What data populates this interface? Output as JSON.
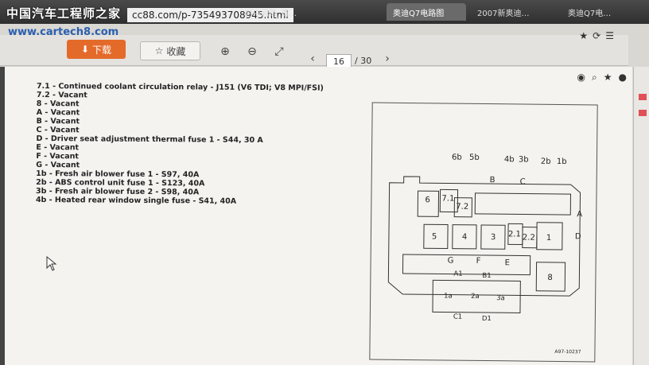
{
  "watermark": {
    "title": "中国汽车工程师之家",
    "site": "www.cartech8.com"
  },
  "browser": {
    "address": "cc88.com/p-735493708945.html",
    "tabs": [
      "对中间路_首…",
      "奥迪Q7电路图",
      "2007新奥迪…",
      "奥迪Q7电…"
    ]
  },
  "toolbar": {
    "download_label": "下载",
    "collect_label": "收藏",
    "page_current": "16",
    "page_total": "/ 30"
  },
  "listing": [
    "7.1 - Continued coolant circulation relay - J151 (V6 TDI; V8 MPI/FSI)",
    "7.2 - Vacant",
    "  8 - Vacant",
    "  A - Vacant",
    "  B - Vacant",
    "  C - Vacant",
    "  D - Driver seat adjustment thermal fuse 1 - S44, 30 A",
    "  E - Vacant",
    "  F - Vacant",
    "  G - Vacant",
    "1b - Fresh air blower fuse 1 - S97, 40A",
    "2b - ABS control unit fuse 1 - S123, 40A",
    "3b - Fresh air blower fuse 2 - S98, 40A",
    "4b - Heated rear window single fuse - S41, 40A"
  ],
  "diagram": {
    "top_labels": [
      "6b",
      "5b",
      "4b",
      "3b",
      "2b",
      "1b"
    ],
    "letters": {
      "B": "B",
      "C": "C",
      "A": "A",
      "D": "D",
      "G": "G",
      "F": "F",
      "E": "E",
      "A1": "A1",
      "B1": "B1",
      "C1": "C1",
      "D1": "D1"
    },
    "relays": [
      "6",
      "7.1",
      "7.2",
      "5",
      "4",
      "3",
      "2.1",
      "2.2",
      "1",
      "8",
      "1a",
      "2a",
      "3a"
    ],
    "code": "A97-10237"
  }
}
